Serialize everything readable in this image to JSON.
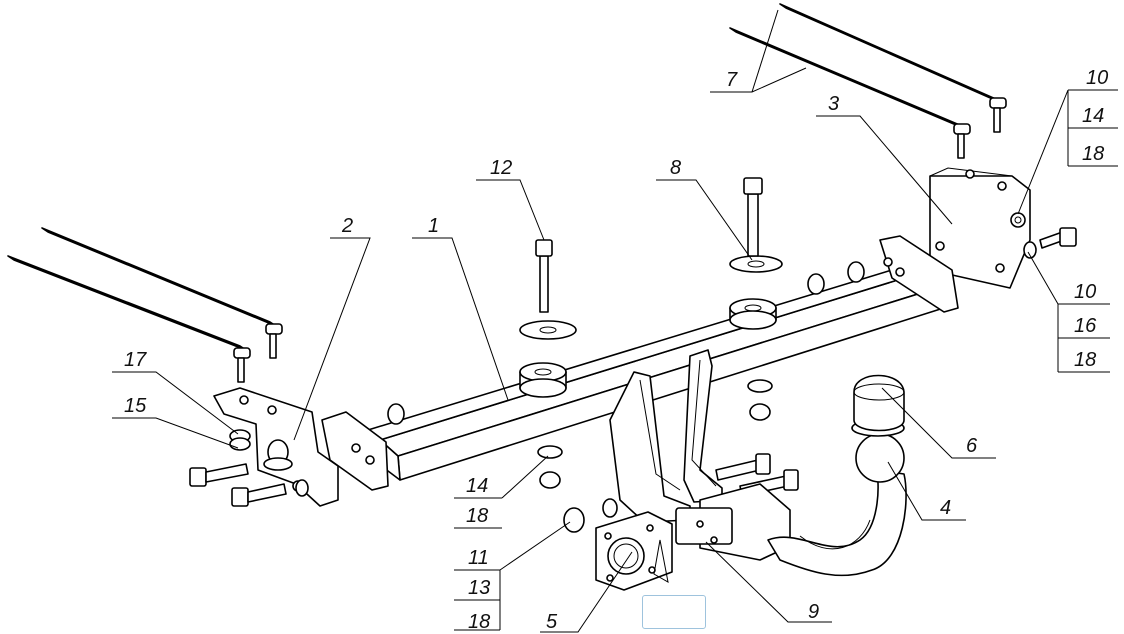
{
  "diagram": {
    "callouts": {
      "c1": "1",
      "c2": "2",
      "c3": "3",
      "c4": "4",
      "c5": "5",
      "c6": "6",
      "c7": "7",
      "c8": "8",
      "c9": "9",
      "c12": "12",
      "c17": "17",
      "c15": "15"
    },
    "stack_top_right": [
      "10",
      "14",
      "18"
    ],
    "stack_mid_right": [
      "10",
      "16",
      "18"
    ],
    "stack_mid": [
      "14",
      "18"
    ],
    "stack_bottom": [
      "11",
      "13",
      "18"
    ]
  }
}
